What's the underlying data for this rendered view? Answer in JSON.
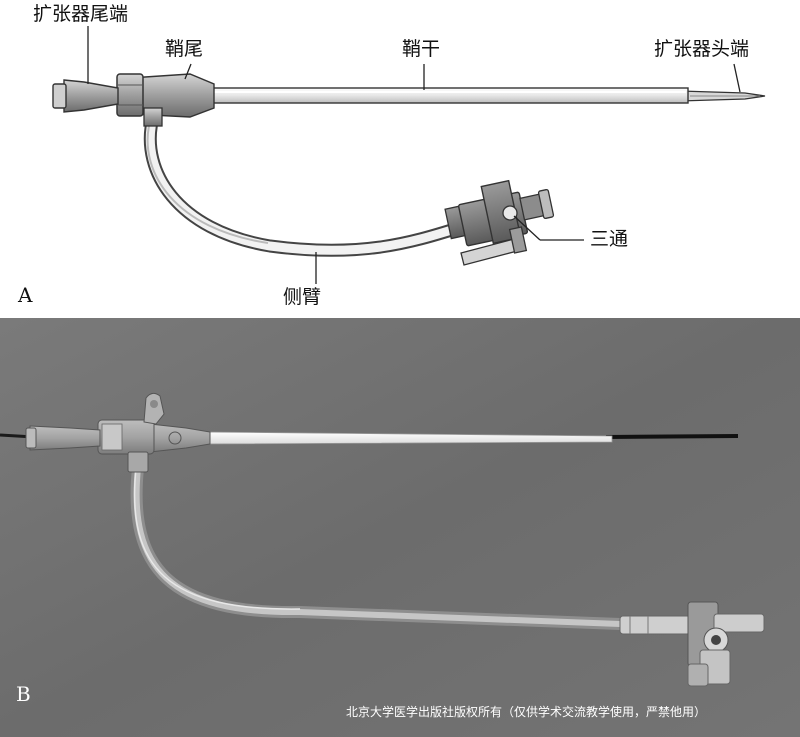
{
  "panels": [
    {
      "letter": "A",
      "labels": {
        "dilator_tail": "扩张器尾端",
        "sheath_tail": "鞘尾",
        "sheath_shaft": "鞘干",
        "dilator_tip": "扩张器头端",
        "three_way": "三通",
        "side_arm": "侧臂"
      }
    },
    {
      "letter": "B",
      "copyright": "北京大学医学出版社版权所有（仅供学术交流教学使用，严禁他用）"
    }
  ],
  "colors": {
    "background_b": "#6f6f6f",
    "device_gray": "#9a9a9a",
    "dark_gray": "#6a6a6a"
  }
}
